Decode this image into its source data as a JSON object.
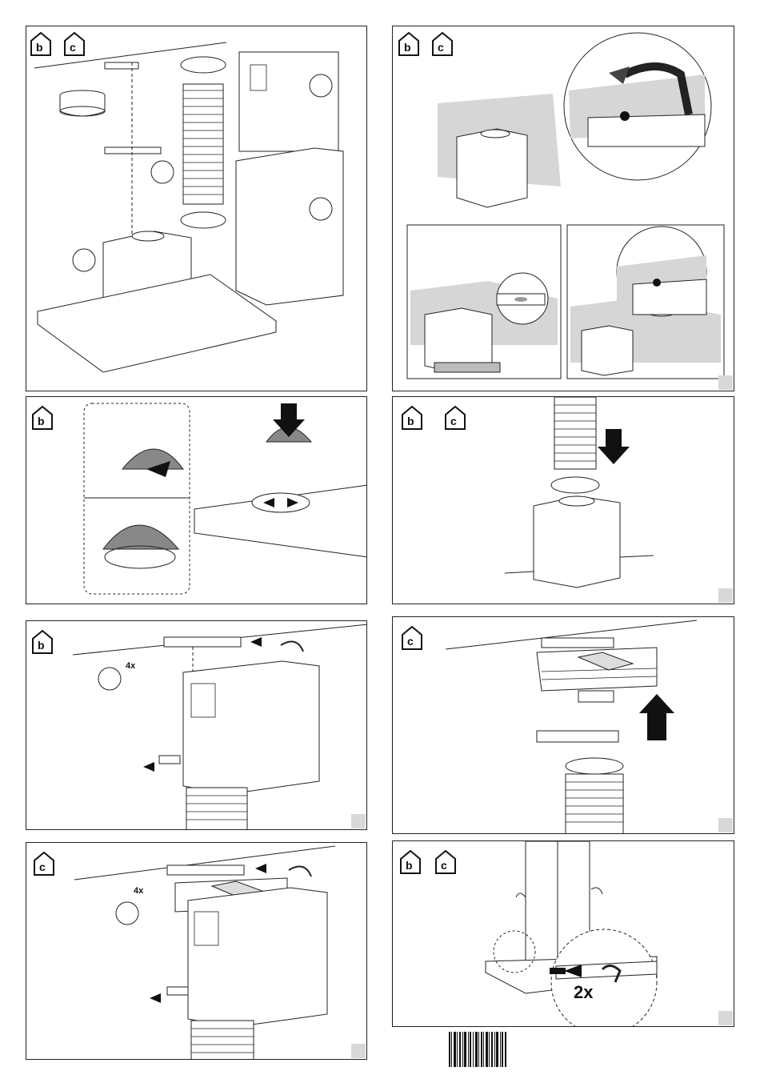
{
  "document": {
    "title": "Chimney hood installation diagrams",
    "panels": [
      {
        "id": "p1",
        "icons": [
          "ducted-mode-icon",
          "recirculation-mode-icon"
        ]
      },
      {
        "id": "p2",
        "icons": [
          "ducted-mode-icon",
          "recirculation-mode-icon"
        ]
      },
      {
        "id": "p3",
        "icons": [
          "ducted-mode-icon"
        ]
      },
      {
        "id": "p4",
        "icons": [
          "ducted-mode-icon",
          "recirculation-mode-icon"
        ]
      },
      {
        "id": "p5",
        "icons": [
          "ducted-mode-icon"
        ],
        "count_label": "4x"
      },
      {
        "id": "p6",
        "icons": [
          "recirculation-mode-icon"
        ]
      },
      {
        "id": "p7",
        "icons": [
          "recirculation-mode-icon"
        ],
        "count_label": "4x"
      },
      {
        "id": "p8",
        "icons": [
          "ducted-mode-icon",
          "recirculation-mode-icon"
        ],
        "count_label": "2x"
      }
    ]
  },
  "colors": {
    "line": "#222222",
    "shade": "#d6d6d6",
    "arrow": "#111111",
    "grey_fill": "#8a8a8a"
  }
}
